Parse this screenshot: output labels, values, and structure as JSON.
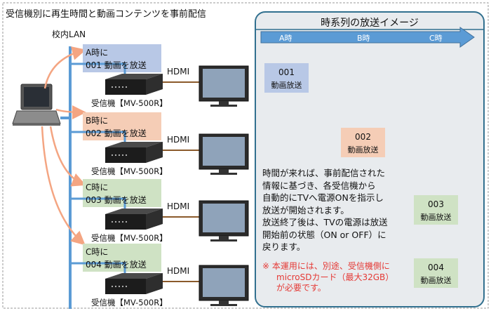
{
  "left_panel": {
    "title": "受信機別に再生時間と動画コンテンツを事前配信",
    "lan_label": "校内LAN",
    "units": [
      {
        "time": "A時に",
        "content": "001 動画を放送",
        "hdmi": "HDMI",
        "device": "受信機【MV-500R】",
        "color": "#b8c8e6"
      },
      {
        "time": "B時に",
        "content": "002 動画を放送",
        "hdmi": "HDMI",
        "device": "受信機【MV-500R】",
        "color": "#f5cdb6"
      },
      {
        "time": "C時に",
        "content": "003 動画を放送",
        "hdmi": "HDMI",
        "device": "受信機【MV-500R】",
        "color": "#cfe2c4"
      },
      {
        "time": "C時に",
        "content": "004 動画を放送",
        "hdmi": "HDMI",
        "device": "受信機【MV-500R】",
        "color": "#cfe2c4"
      }
    ]
  },
  "right_panel": {
    "title": "時系列の放送イメージ",
    "timeline": [
      "A時",
      "B時",
      "C時"
    ],
    "blocks": [
      {
        "num": "001",
        "label": "動画放送",
        "color": "#b8c8e6"
      },
      {
        "num": "002",
        "label": "動画放送",
        "color": "#f5cdb6"
      },
      {
        "num": "003",
        "label": "動画放送",
        "color": "#cfe2c4"
      },
      {
        "num": "004",
        "label": "動画放送",
        "color": "#cfe2c4"
      }
    ],
    "description": [
      "時間が来れば、事前配信された",
      "情報に基づき、各受信機から",
      "自動的にTVへ電源ONを指示し",
      "放送が開始されます。",
      "放送終了後は、TVの電源は放送",
      "開始前の状態（ON or OFF）に",
      "戻ります。"
    ],
    "note": [
      "※ 本運用には、別途、受信機側に",
      "microSDカード（最大32GB）",
      "が必要です。"
    ]
  },
  "colors": {
    "lan": "#5b9bd5",
    "arrow": "#f4a582",
    "note": "#e53935",
    "panel_bg": "#e8ebee",
    "panel_border": "#31708f",
    "timeline": "#5b9bd5"
  }
}
